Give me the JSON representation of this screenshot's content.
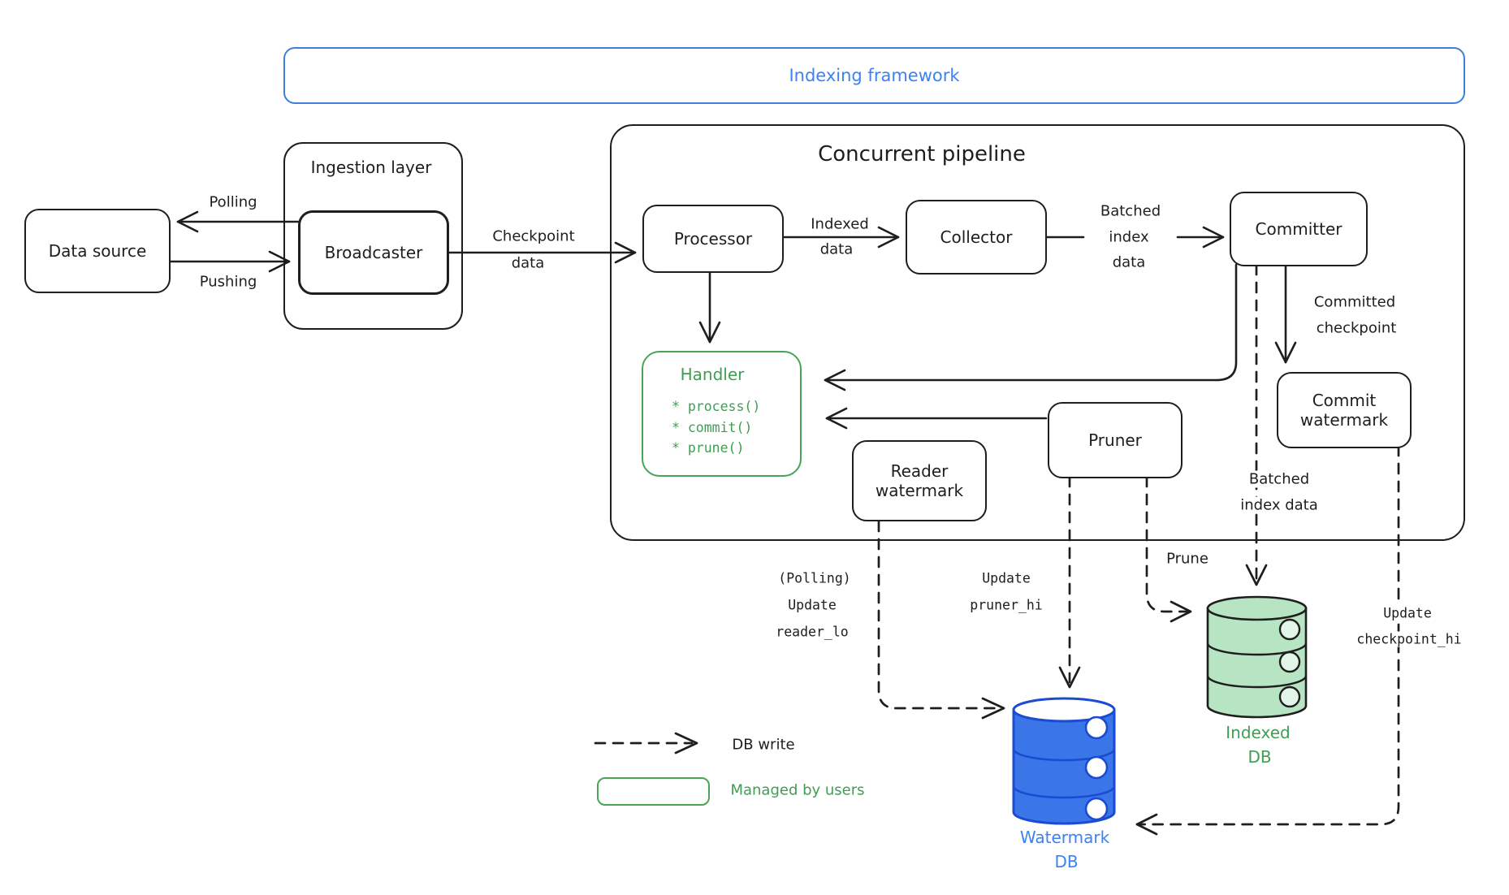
{
  "banner": {
    "title": "Indexing framework"
  },
  "nodes": {
    "data_source": {
      "label": "Data source"
    },
    "ingestion_layer": {
      "label": "Ingestion layer"
    },
    "broadcaster": {
      "label": "Broadcaster"
    },
    "pipeline": {
      "label": "Concurrent pipeline"
    },
    "processor": {
      "label": "Processor"
    },
    "collector": {
      "label": "Collector"
    },
    "committer": {
      "label": "Committer"
    },
    "handler": {
      "title": "Handler",
      "methods": [
        "* process()",
        "* commit()",
        "* prune()"
      ]
    },
    "reader_watermark": {
      "line1": "Reader",
      "line2": "watermark"
    },
    "pruner": {
      "label": "Pruner"
    },
    "commit_watermark": {
      "line1": "Commit",
      "line2": "watermark"
    },
    "watermark_db": {
      "line1": "Watermark",
      "line2": "DB"
    },
    "indexed_db": {
      "line1": "Indexed",
      "line2": "DB"
    }
  },
  "edge_labels": {
    "polling": "Polling",
    "pushing": "Pushing",
    "checkpoint_data": [
      "Checkpoint",
      "data"
    ],
    "indexed_data": [
      "Indexed",
      "data"
    ],
    "batched_index_data_top": [
      "Batched",
      "index",
      "data"
    ],
    "committed_checkpoint": [
      "Committed",
      "checkpoint"
    ],
    "batched_index_data_bottom": [
      "Batched",
      "index data"
    ],
    "prune": "Prune",
    "update_reader_lo": [
      "(Polling)",
      "Update",
      "reader_lo"
    ],
    "update_pruner_hi": [
      "Update",
      "pruner_hi"
    ],
    "update_checkpoint_hi": [
      "Update",
      "checkpoint_hi"
    ]
  },
  "legend": {
    "db_write": "DB write",
    "managed_by_users": "Managed by users"
  },
  "colors": {
    "ink": "#1e1e1e",
    "blue_accent": "#3b82f6",
    "blue_db_fill": "#3a76e8",
    "blue_db_stroke": "#1b4bd2",
    "green_accent": "#47a555",
    "green_db_fill": "#b7e4c3"
  }
}
